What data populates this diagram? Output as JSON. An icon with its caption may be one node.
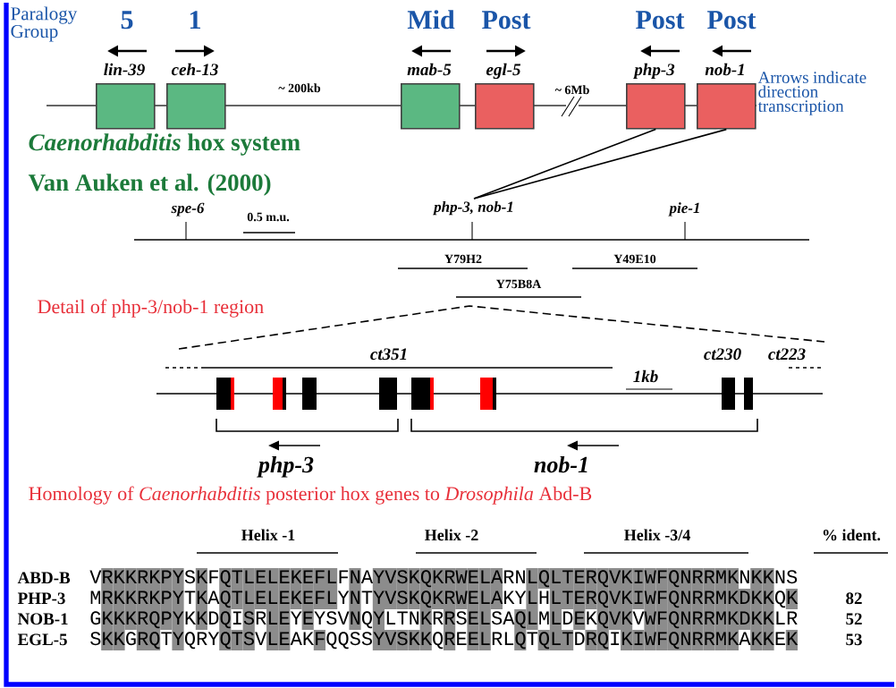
{
  "diagram": {
    "nodes": [
      {
        "text": [
          "lin-39"
        ],
        "beside": [
          "5"
        ]
      },
      {
        "text": [
          "ceh-13"
        ],
        "beside": [
          "1"
        ]
      },
      {
        "text": [
          "mab-5"
        ],
        "beside": [
          "Mid"
        ]
      },
      {
        "text": [
          "egl-5"
        ],
        "beside": [
          "Post"
        ]
      },
      {
        "text": [
          "php-3"
        ],
        "beside": [
          "Post"
        ]
      },
      {
        "text": [
          "nob-1"
        ],
        "beside": [
          "Post"
        ]
      },
      {
        "text": [
          "php-3, nob-1"
        ]
      }
    ],
    "edges": [
      {
        "from": 4,
        "to": 6,
        "arrow": "none"
      },
      {
        "from": 5,
        "to": 6,
        "arrow": "none"
      }
    ],
    "labels": [
      "Paralogy Group",
      "~ 200kb",
      "~ 6Mb",
      "Arrows indicate direction transcription",
      "*Caenorhabditis* hox system",
      "Van Auken et al. (2000)",
      "spe-6",
      "pie-1",
      "0.5 m.u.",
      "Y79H2",
      "Y49E10",
      "Y75B8A",
      "Detail of php-3/nob-1 region",
      "ct351",
      "ct230",
      "ct223",
      "1kb",
      "php-3",
      "nob-1",
      "Homology of *Caenorhabditis* posterior hox genes to *Drosophila* Abd-B",
      "Helix -1",
      "Helix -2",
      "Helix -3/4",
      "% ident.",
      "ABD-B",
      "VRKKRKPYSKFQTLELEKEFLFNAYVSKQKRWELARNLQLTERQVKIWFQNRRMKNKKNS",
      "PHP-3",
      "MRKKRKPYTKAQTLELEKEFLYNTYVSKQKRWELAKYLHLTERQVKIWFQNRRMKDKKQK",
      "82",
      "NOB-1",
      "GKKKRQPYKKDQISRLEYEYSVNQYLTNKRRSELSAQLMLDEKQVKVWFQNRRMKDKKLR",
      "52",
      "EGL-5",
      "SKKGRQTYQRYQTSVLEAKFQQSSYVSKKQREELRLQTQLTDRQIKIWFQNRRMKAKKEK",
      "53"
    ]
  }
}
